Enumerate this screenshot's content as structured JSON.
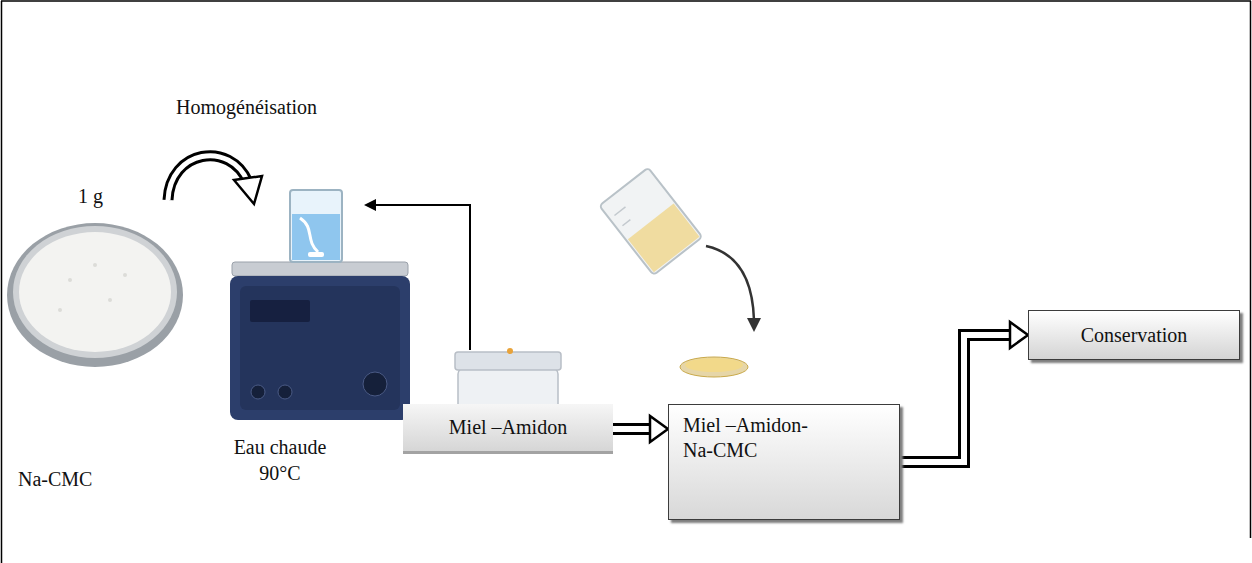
{
  "diagram": {
    "nodes": [
      {
        "text": [
          "Miel –Amidon"
        ]
      },
      {
        "text": [
          "Miel –Amidon- Na-CMC"
        ]
      },
      {
        "text": [
          "Conservation"
        ]
      }
    ],
    "edges": [
      {
        "from": 0,
        "to": 1,
        "arrow": "to"
      },
      {
        "from": 1,
        "to": 2,
        "arrow": "to"
      }
    ],
    "labels": [
      "Homogénéisation",
      "1 g",
      "Na-CMC",
      "Eau chaude 90°C"
    ]
  }
}
